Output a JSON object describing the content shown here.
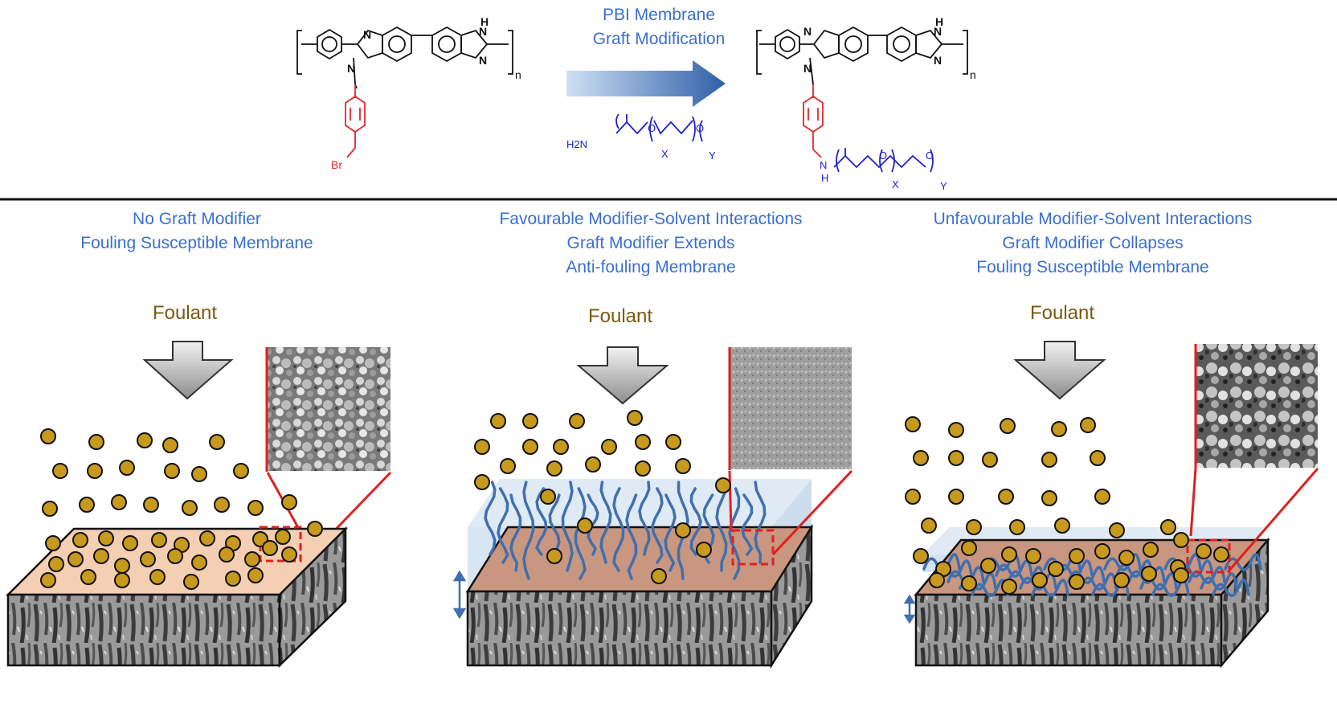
{
  "top": {
    "arrow_line1": "PBI Membrane",
    "arrow_line2": "Graft Modification"
  },
  "chem": {
    "n": "n",
    "nh": "N",
    "h": "H",
    "br": "Br",
    "h2n": "H2N",
    "o": "O",
    "x": "X",
    "y": "Y"
  },
  "panels": [
    {
      "lines": [
        "No Graft Modifier",
        "Fouling Susceptible Membrane"
      ],
      "foulant": "Foulant"
    },
    {
      "lines": [
        "Favourable Modifier-Solvent Interactions",
        "Graft Modifier Extends",
        "Anti-fouling Membrane"
      ],
      "foulant": "Foulant"
    },
    {
      "lines": [
        "Unfavourable Modifier-Solvent Interactions",
        "Graft Modifier Collapses",
        "Fouling Susceptible Membrane"
      ],
      "foulant": "Foulant"
    }
  ],
  "colors": {
    "text_blue": "#3b6fd1",
    "foulant_text": "#7a5a12",
    "particle": "#c79a1e",
    "membrane_top_1": "#f5cfb3",
    "membrane_top_2": "#c9967f",
    "chain": "#3f6fae",
    "highlight": "#e02020",
    "benzyl_red": "#e0282e"
  }
}
